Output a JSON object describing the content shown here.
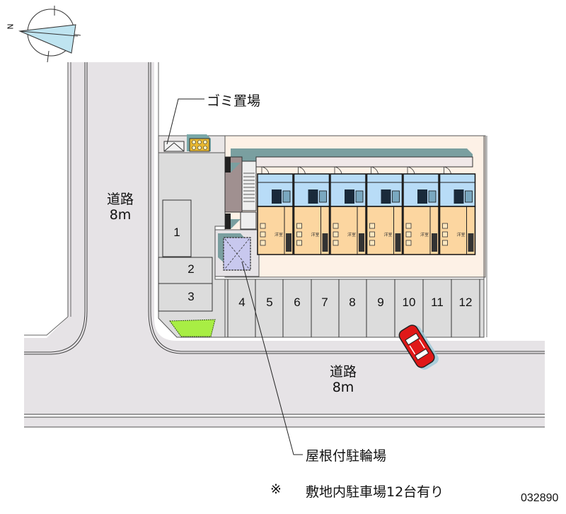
{
  "compass": {
    "north_label": "N"
  },
  "roads": {
    "west": {
      "name": "道路",
      "width": "8m"
    },
    "south": {
      "name": "道路",
      "width": "8m"
    }
  },
  "callouts": {
    "garbage": "ゴミ置場",
    "bicycle": "屋根付駐輪場"
  },
  "parking": {
    "spaces": [
      "1",
      "2",
      "3",
      "4",
      "5",
      "6",
      "7",
      "8",
      "9",
      "10",
      "11",
      "12"
    ]
  },
  "rooms": {
    "room_label": "洋室"
  },
  "footer": {
    "note_mark": "※",
    "note": "敷地内駐車場12台有り",
    "code": "032890"
  },
  "colors": {
    "road": "#e6e3e6",
    "lot": "#dcdcdc",
    "building_site": "#fdf1e6",
    "wet_area": "#b8dcf7",
    "room": "#fcd6a0",
    "roof": "#7a9fa0",
    "grass": "#a8ee44",
    "car": "#e01818",
    "bike_shelter": "#c8c8ee"
  }
}
